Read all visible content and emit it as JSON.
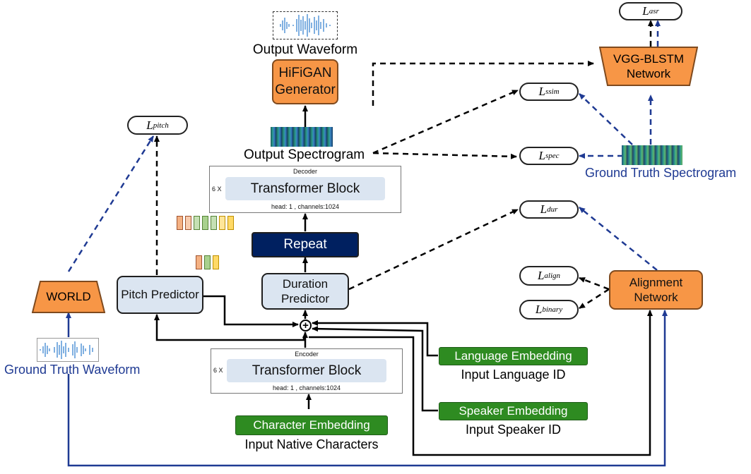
{
  "losses": {
    "asr": {
      "base": "L",
      "sub": "asr"
    },
    "pitch": {
      "base": "L",
      "sub": "pitch"
    },
    "ssim": {
      "base": "L",
      "sub": "ssim"
    },
    "spec": {
      "base": "L",
      "sub": "spec"
    },
    "dur": {
      "base": "L",
      "sub": "dur"
    },
    "align": {
      "base": "L",
      "sub": "align"
    },
    "binary": {
      "base": "L",
      "sub": "binary"
    }
  },
  "labels": {
    "output_waveform": "Output Waveform",
    "hifigan": "HiFiGAN Generator",
    "output_spectrogram": "Output Spectrogram",
    "vgg_blstm": "VGG-BLSTM Network",
    "ground_truth_spectrogram": "Ground Truth Spectrogram",
    "decoder": "Decoder",
    "encoder": "Encoder",
    "six_x": "6 X",
    "transformer_block": "Transformer Block",
    "head_channels": "head: 1 , channels:1024",
    "repeat": "Repeat",
    "duration_predictor": "Duration Predictor",
    "pitch_predictor": "Pitch Predictor",
    "world": "WORLD",
    "ground_truth_waveform": "Ground Truth Waveform",
    "alignment_network": "Alignment Network",
    "language_embedding": "Language Embedding",
    "input_language_id": "Input Language ID",
    "speaker_embedding": "Speaker Embedding",
    "input_speaker_id": "Input Speaker ID",
    "character_embedding": "Character Embedding",
    "input_native_characters": "Input Native Characters",
    "sum_symbol": "+"
  },
  "colors": {
    "orange": "#f79646",
    "light_blue": "#dbe5f1",
    "navy": "#002060",
    "green": "#2e8b21",
    "dashed_navy": "#1f3a93"
  },
  "feature_bars_colors": [
    "#f4b183",
    "#f8cbad",
    "#c5e0b4",
    "#a9d18e",
    "#c5e0b4",
    "#ffe699",
    "#ffd966"
  ]
}
